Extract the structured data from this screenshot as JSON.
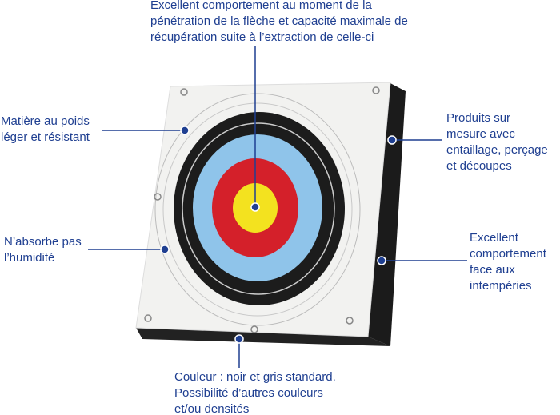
{
  "colors": {
    "label": "#1f3f91",
    "line": "#1f3f91",
    "yellow": "#f3e21f",
    "red": "#d4202a",
    "blue": "#8fc4ea",
    "black": "#1c1c1c"
  },
  "callouts": {
    "top": {
      "lines": [
        "Excellent comportement au moment de la",
        "pénétration de la flèche et capacité maximale de",
        "récupération suite à l’extraction de celle-ci"
      ]
    },
    "left_top": {
      "lines": [
        "Matière au poids",
        "léger et résistant"
      ]
    },
    "left_mid": {
      "lines": [
        "N’absorbe pas",
        "l’humidité"
      ]
    },
    "right_top": {
      "lines": [
        "Produits sur",
        "mesure avec",
        "entaillage, perçage",
        "et découpes"
      ]
    },
    "right_mid": {
      "lines": [
        "Excellent",
        "comportement",
        "face aux",
        "intempéries"
      ]
    },
    "bottom": {
      "lines": [
        "Couleur : noir et gris standard.",
        "Possibilité d’autres couleurs",
        "et/ou densités"
      ]
    }
  }
}
